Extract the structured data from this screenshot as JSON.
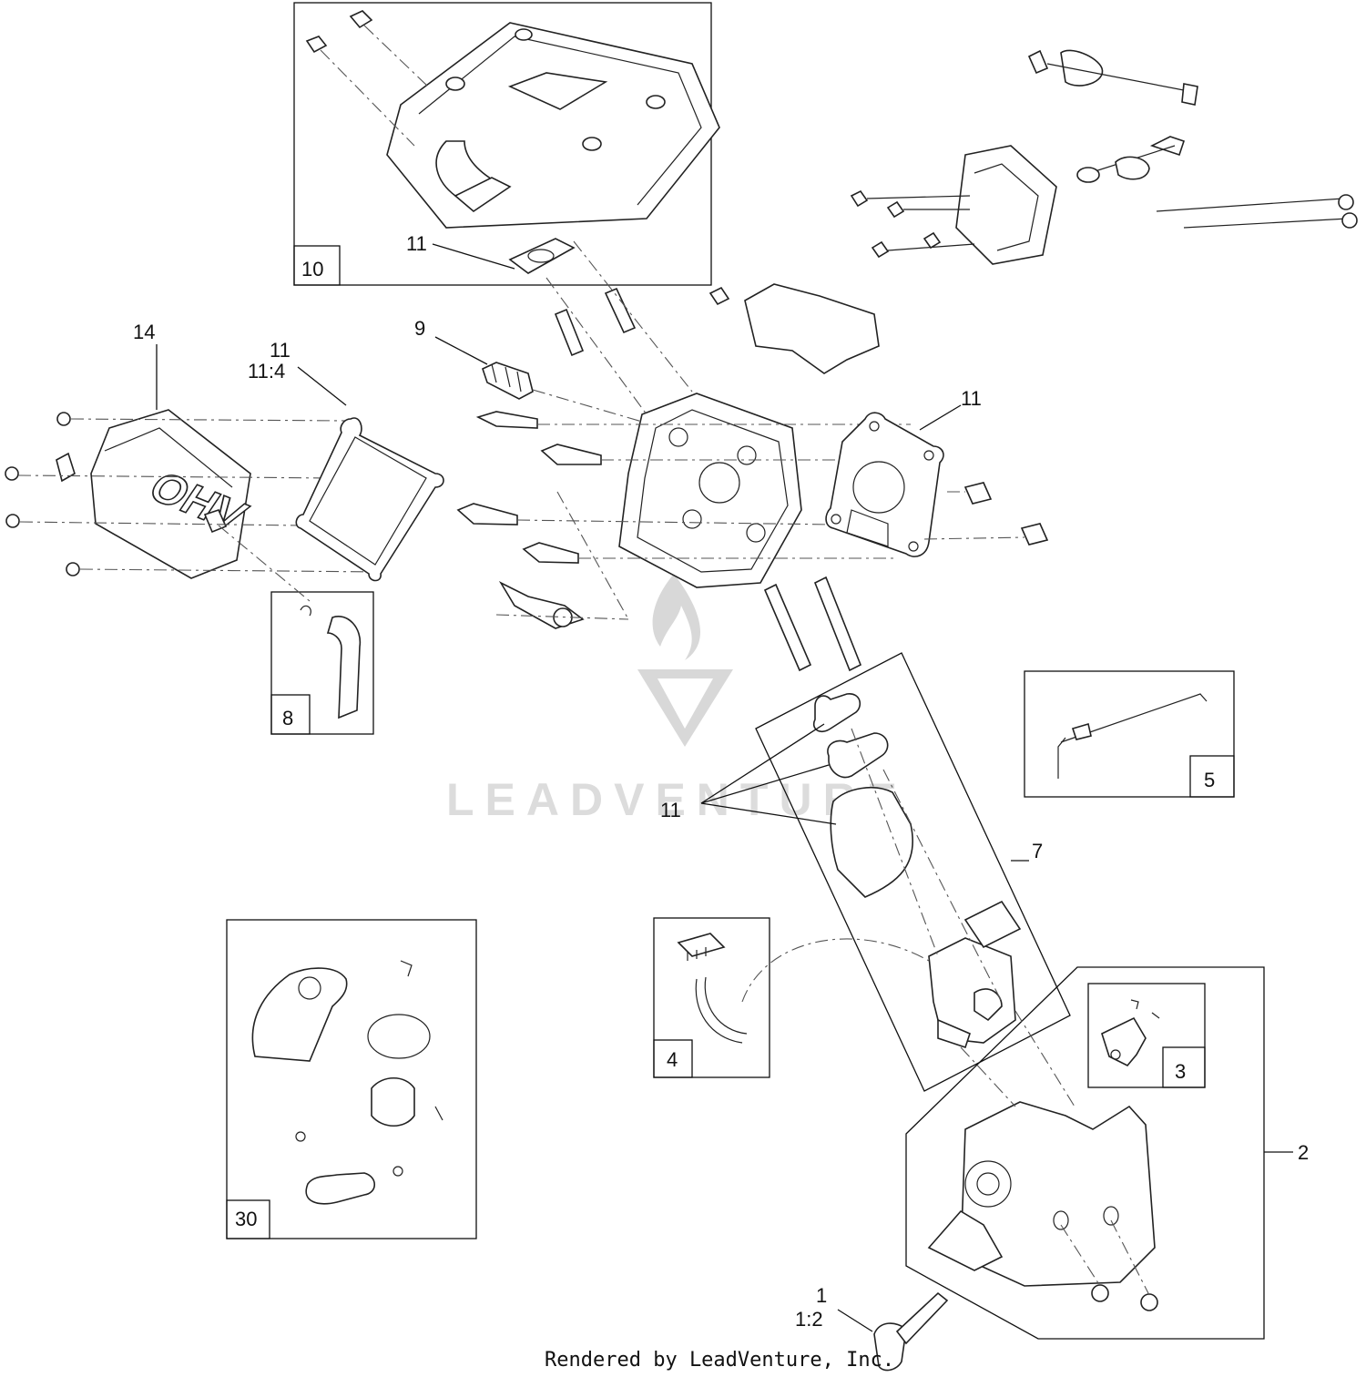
{
  "callouts": {
    "c1": "1",
    "c1_2": "1:2",
    "c2": "2",
    "c7": "7",
    "c9": "9",
    "c11_top": "11",
    "c11_gasket_left": "11",
    "c11_4": "11:4",
    "c11_right": "11",
    "c11_carb": "11",
    "c14": "14"
  },
  "boxes": {
    "b10": "10",
    "b8": "8",
    "b5": "5",
    "b4": "4",
    "b3": "3",
    "b30": "30"
  },
  "cover_text": "OHV",
  "watermark": "LEADVENTURE",
  "footer": "Rendered by LeadVenture, Inc."
}
